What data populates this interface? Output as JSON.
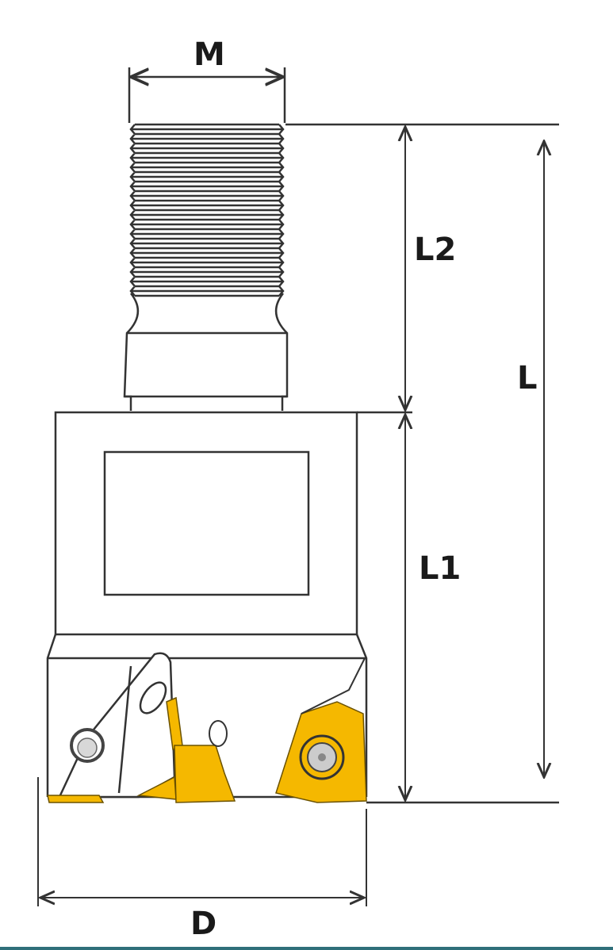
{
  "labels": {
    "M": "M",
    "L2": "L2",
    "L": "L",
    "L1": "L1",
    "D": "D"
  },
  "colors": {
    "insert": "#F5B800",
    "line": "#333333",
    "screw": "#d8d8d8"
  }
}
